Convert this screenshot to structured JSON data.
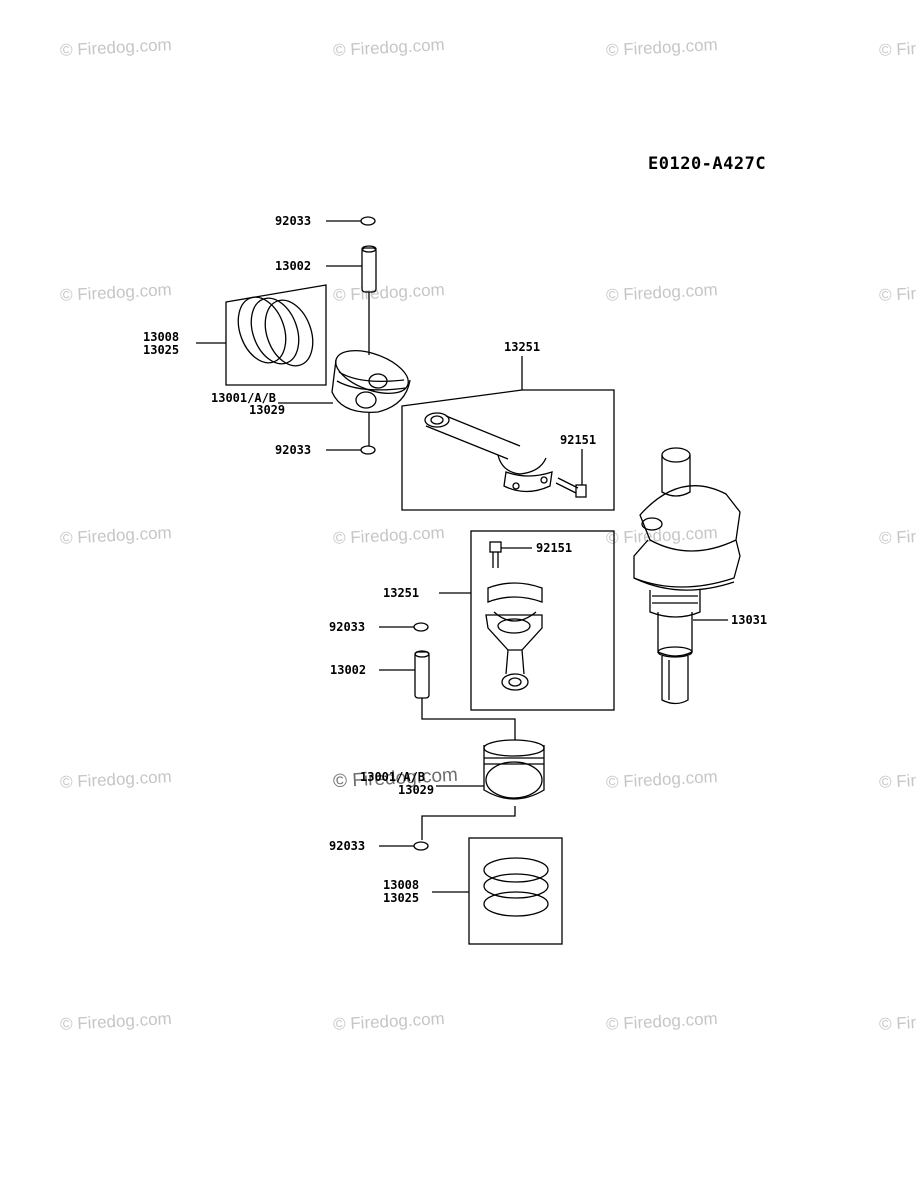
{
  "diagram_code": "E0120-A427C",
  "watermark": "© Firedog.com",
  "labels": {
    "ring_clip_top_a": "92033",
    "piston_pin_a": "13002",
    "ring_set_a_1": "13008",
    "ring_set_a_2": "13025",
    "piston_a_1": "13001/A/B",
    "piston_a_2": "13029",
    "ring_clip_bottom_a": "92033",
    "con_rod_a": "13251",
    "bolt_a": "92151",
    "bolt_b": "92151",
    "con_rod_b": "13251",
    "crankshaft": "13031",
    "ring_clip_top_b": "92033",
    "piston_pin_b": "13002",
    "piston_b_1": "13001/A/B",
    "piston_b_2": "13029",
    "ring_clip_bottom_b": "92033",
    "ring_set_b_1": "13008",
    "ring_set_b_2": "13025"
  }
}
